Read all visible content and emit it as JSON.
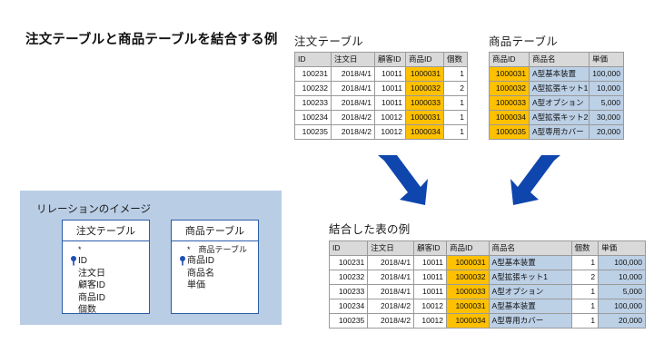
{
  "title": "注文テーブルと商品テーブルを結合する例",
  "colors": {
    "highlight_orange": "#ffc000",
    "row_blue": "#bcd0e6",
    "header_gray": "#d9d9d9",
    "panel_blue": "#b9cde5",
    "arrow_blue": "#0f46ad",
    "entity_border": "#2a5caa"
  },
  "order_table": {
    "caption": "注文テーブル",
    "columns": [
      "ID",
      "注文日",
      "顧客ID",
      "商品ID",
      "個数"
    ],
    "rows": [
      [
        "100231",
        "2018/4/1",
        "10011",
        "1000031",
        "1"
      ],
      [
        "100232",
        "2018/4/1",
        "10011",
        "1000032",
        "2"
      ],
      [
        "100233",
        "2018/4/1",
        "10011",
        "1000033",
        "1"
      ],
      [
        "100234",
        "2018/4/2",
        "10012",
        "1000031",
        "1"
      ],
      [
        "100235",
        "2018/4/2",
        "10012",
        "1000034",
        "1"
      ]
    ]
  },
  "product_table": {
    "caption": "商品テーブル",
    "columns": [
      "商品ID",
      "商品名",
      "単価"
    ],
    "rows": [
      [
        "1000031",
        "A型基本装置",
        "100,000"
      ],
      [
        "1000032",
        "A型拡張キット1",
        "10,000"
      ],
      [
        "1000033",
        "A型オプション",
        "5,000"
      ],
      [
        "1000034",
        "A型拡張キット2",
        "30,000"
      ],
      [
        "1000035",
        "A型専用カバー",
        "20,000"
      ]
    ]
  },
  "joined_table": {
    "caption": "結合した表の例",
    "columns": [
      "ID",
      "注文日",
      "顧客ID",
      "商品ID",
      "商品名",
      "個数",
      "単価"
    ],
    "rows": [
      [
        "100231",
        "2018/4/1",
        "10011",
        "1000031",
        "A型基本装置",
        "1",
        "100,000"
      ],
      [
        "100232",
        "2018/4/1",
        "10011",
        "1000032",
        "A型拡張キット1",
        "2",
        "10,000"
      ],
      [
        "100233",
        "2018/4/1",
        "10011",
        "1000033",
        "A型オプション",
        "1",
        "5,000"
      ],
      [
        "100234",
        "2018/4/2",
        "10012",
        "1000031",
        "A型基本装置",
        "1",
        "100,000"
      ],
      [
        "100235",
        "2018/4/2",
        "10012",
        "1000034",
        "A型専用カバー",
        "1",
        "20,000"
      ]
    ]
  },
  "relation": {
    "caption": "リレーションのイメージ",
    "entities": [
      {
        "name": "注文テーブル",
        "fields": [
          {
            "label": "*",
            "key": false,
            "star": true
          },
          {
            "label": "ID",
            "key": true,
            "star": false
          },
          {
            "label": "注文日",
            "key": false,
            "star": false
          },
          {
            "label": "顧客ID",
            "key": false,
            "star": false
          },
          {
            "label": "商品ID",
            "key": false,
            "star": false
          },
          {
            "label": "個数",
            "key": false,
            "star": false
          }
        ]
      },
      {
        "name": "商品テーブル",
        "fields": [
          {
            "label": "*　商品テーブル",
            "key": false,
            "star": true
          },
          {
            "label": "商品ID",
            "key": true,
            "star": false
          },
          {
            "label": "商品名",
            "key": false,
            "star": false
          },
          {
            "label": "単価",
            "key": false,
            "star": false
          }
        ]
      }
    ]
  },
  "arrows": [
    {
      "name": "arrow-order-to-join",
      "direction": "down-right"
    },
    {
      "name": "arrow-product-to-join",
      "direction": "down-left"
    }
  ]
}
